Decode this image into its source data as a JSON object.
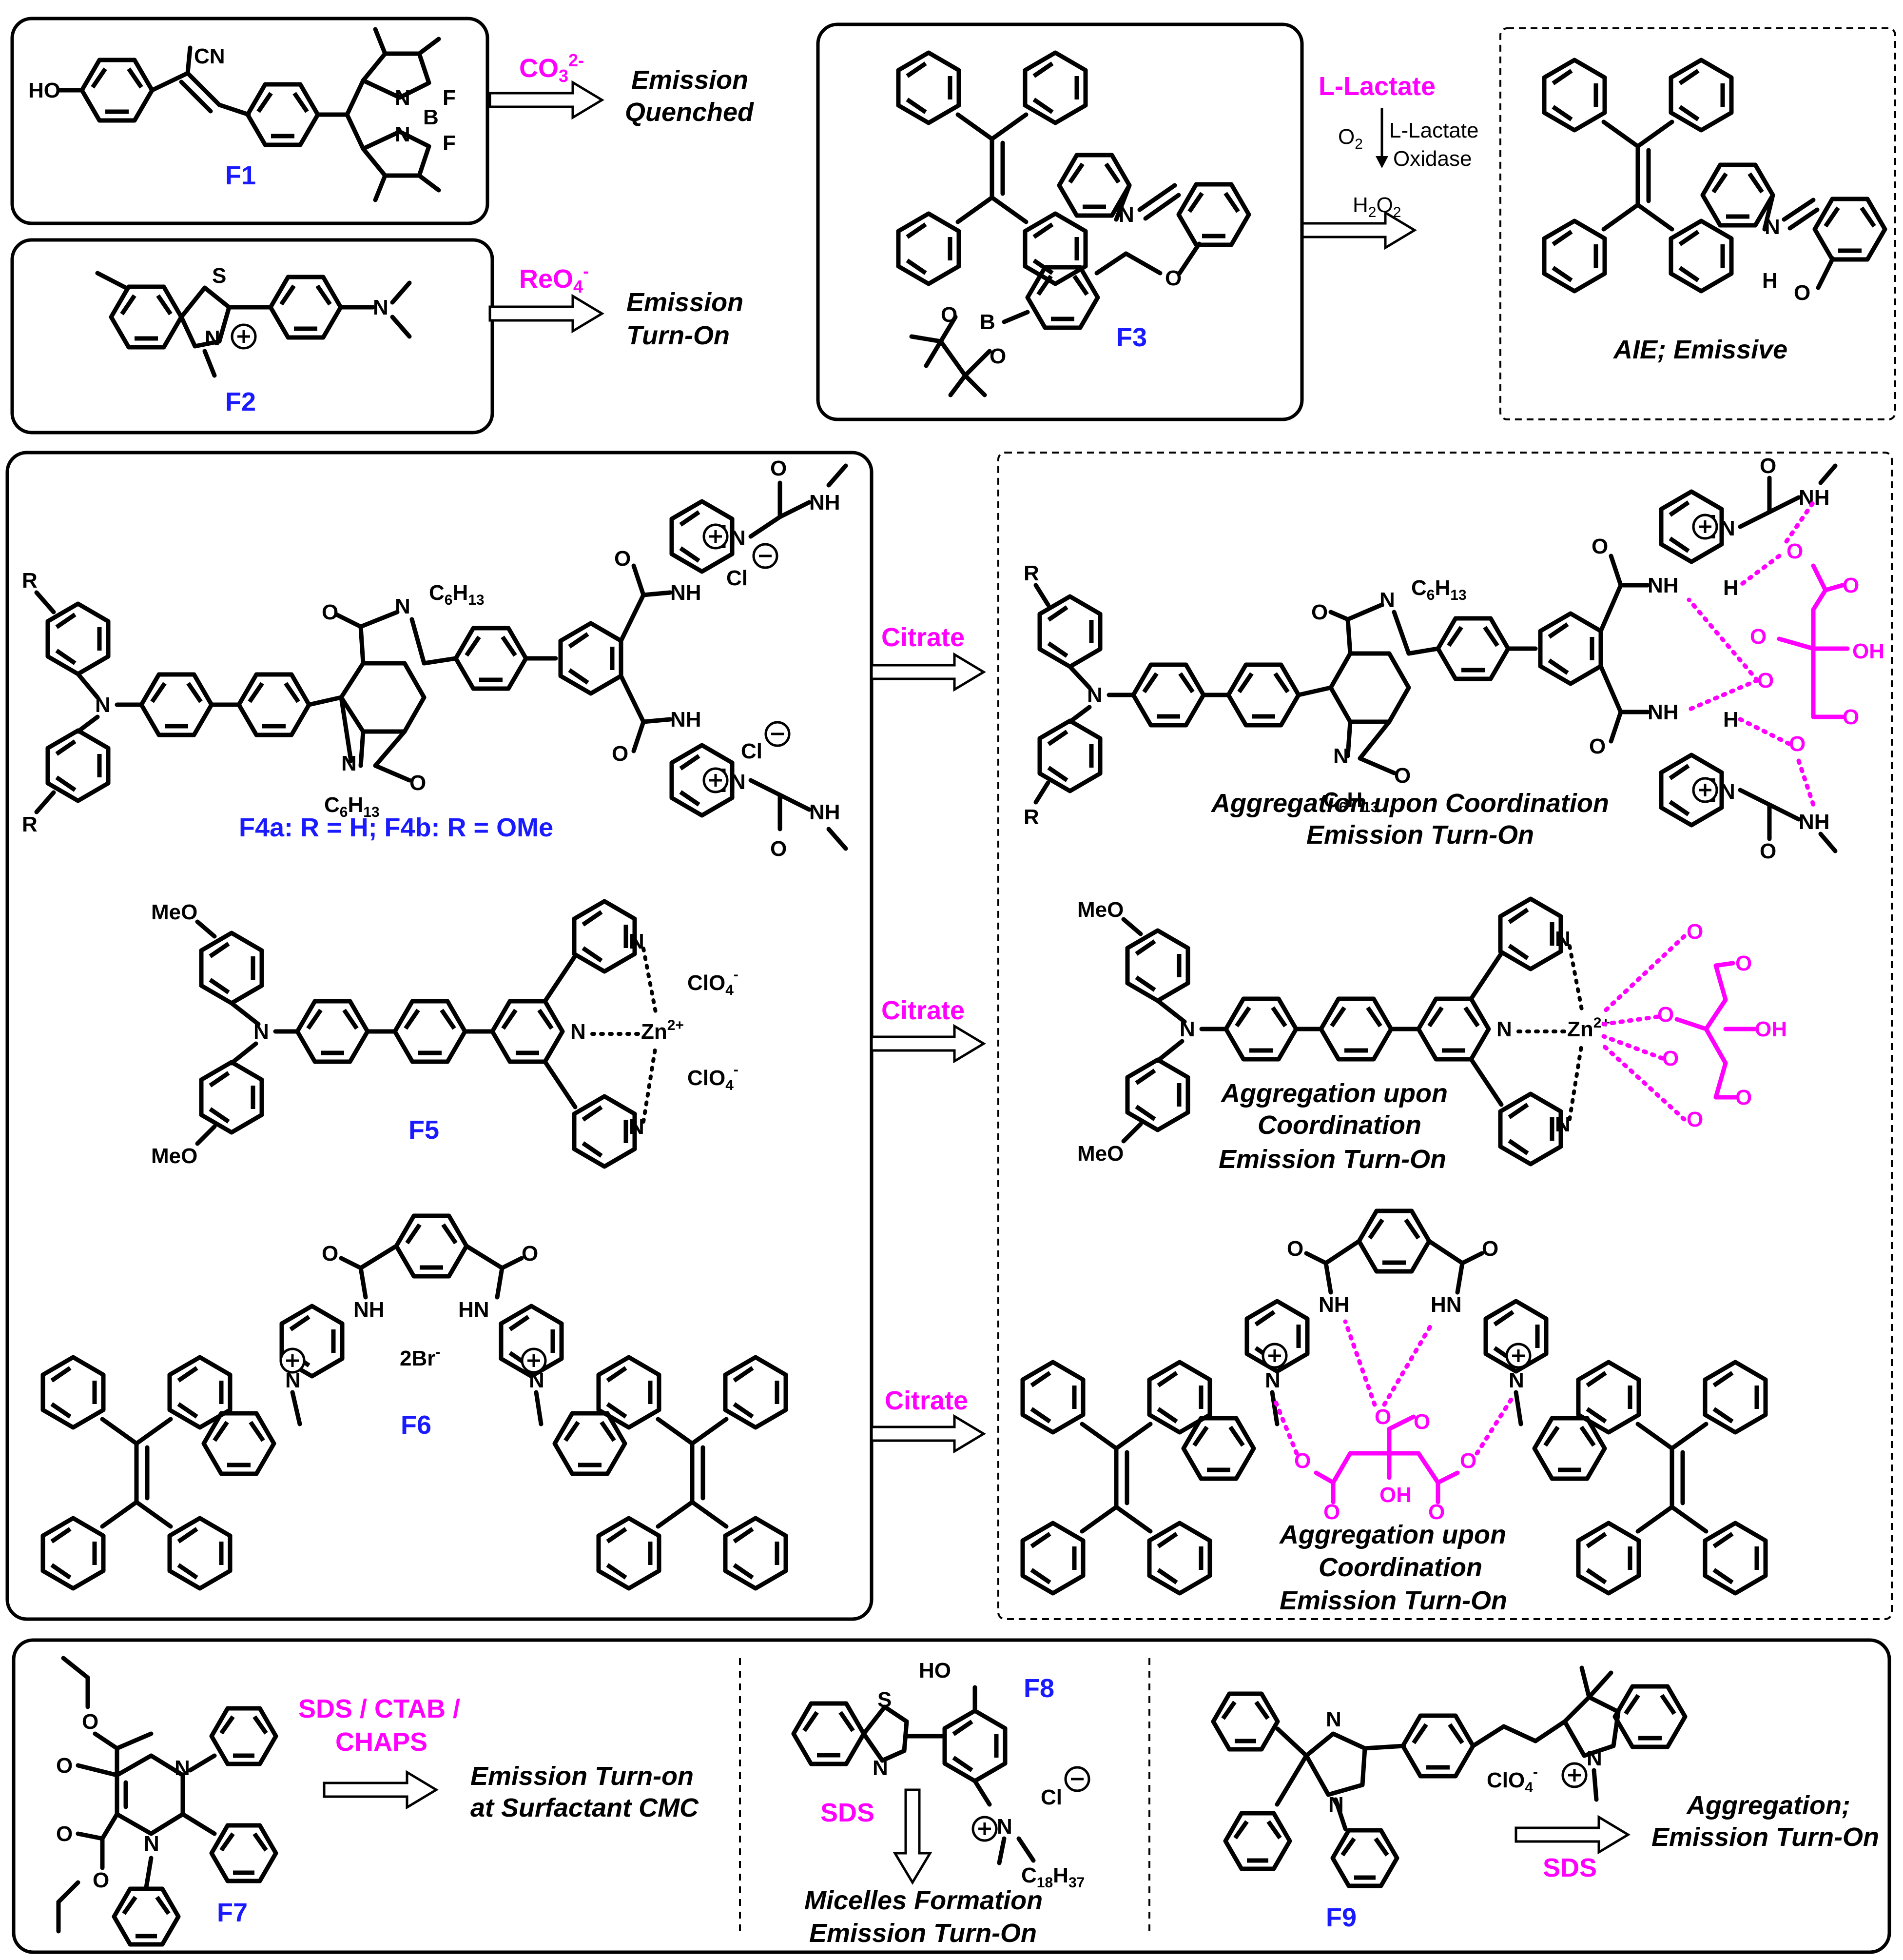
{
  "probes": {
    "f1": "F1",
    "f2": "F2",
    "f3": "F3",
    "f4": "F4a: R = H; F4b: R = OMe",
    "f5": "F5",
    "f6": "F6",
    "f7": "F7",
    "f8": "F8",
    "f9": "F9"
  },
  "analytes": {
    "carbonate_base": "CO",
    "carbonate_sub": "3",
    "carbonate_sup": "2-",
    "perrhenate_base": "ReO",
    "perrhenate_sub": "4",
    "perrhenate_sup": "-",
    "lactate": "L-Lactate",
    "o2": "O",
    "o2_sub": "2",
    "oxidase_1": "L-Lactate",
    "oxidase_2": "Oxidase",
    "h2o2_a": "H",
    "h2o2_sub1": "2",
    "h2o2_b": "O",
    "h2o2_sub2": "2",
    "citrate_1": "Citrate",
    "citrate_2": "Citrate",
    "citrate_3": "Citrate",
    "surfactants_1": "SDS / CTAB /",
    "surfactants_2": "CHAPS",
    "sds_f8": "SDS",
    "sds_f9": "SDS"
  },
  "outcomes": {
    "f1_line1": "Emission",
    "f1_line2": "Quenched",
    "f2_line1": "Emission",
    "f2_line2": "Turn-On",
    "f3": "AIE; Emissive",
    "f4_line1": "Aggregation upon Coordination",
    "f4_line2": "Emission Turn-On",
    "f5_line1": "Aggregation upon",
    "f5_line2": "Coordination",
    "f5_line3": "Emission Turn-On",
    "f6_line1": "Aggregation upon",
    "f6_line2": "Coordination",
    "f6_line3": "Emission Turn-On",
    "f7_line1": "Emission Turn-on",
    "f7_line2": "at Surfactant CMC",
    "f8_line1": "Micelles Formation",
    "f8_line2": "Emission Turn-On",
    "f9_line1": "Aggregation;",
    "f9_line2": "Emission Turn-On"
  },
  "atoms": {
    "ho": "HO",
    "cn": "CN",
    "n": "N",
    "b": "B",
    "f": "F",
    "s": "S",
    "o": "O",
    "nh": "NH",
    "hn": "HN",
    "h": "H",
    "oh": "OH",
    "meo": "MeO",
    "r": "R",
    "cl": "Cl",
    "zn": "Zn",
    "zn_charge": "2+",
    "clo4": "ClO",
    "clo4_sub": "4",
    "clo4_charge": "-",
    "br": "2Br",
    "br_charge": "-",
    "hexyl": "C",
    "hexyl_sub1": "6",
    "hexyl_h": "H",
    "hexyl_sub2": "13",
    "octadecyl": "C",
    "octadecyl_sub1": "18",
    "octadecyl_h": "H",
    "octadecyl_sub2": "37",
    "plus": "+",
    "minus": "−",
    "o_minus": "-",
    "wavy": "~"
  },
  "colors": {
    "probe_label": "#1a1aff",
    "analyte": "#ff00ff",
    "citrate_structure": "#ff00ff",
    "line": "#000000"
  }
}
